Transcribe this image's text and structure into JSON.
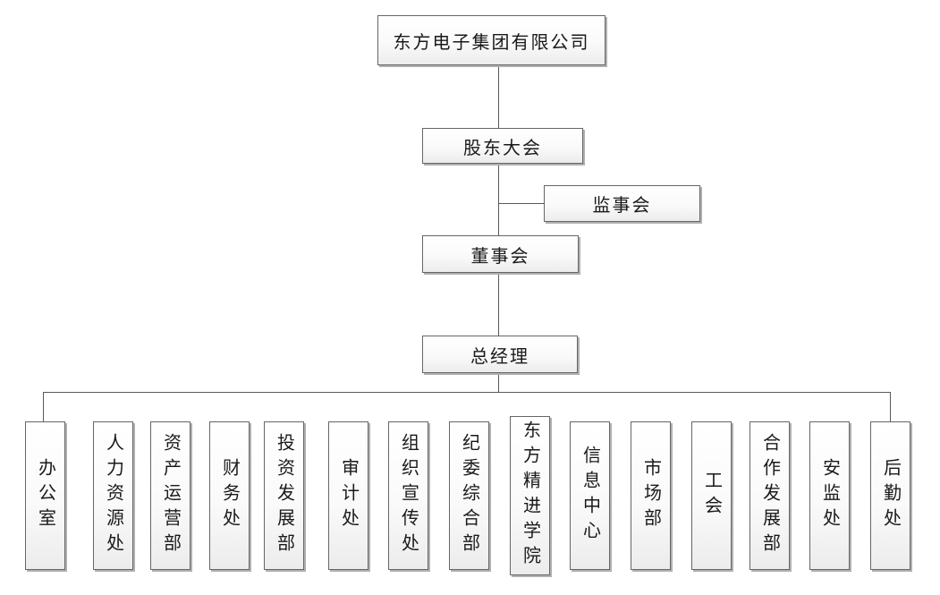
{
  "org": {
    "root": {
      "label": "东方电子集团有限公司"
    },
    "shareholders": {
      "label": "股东大会"
    },
    "supervisory": {
      "label": "监事会"
    },
    "board": {
      "label": "董事会"
    },
    "gm": {
      "label": "总经理"
    },
    "departments": [
      {
        "label": "办公室"
      },
      {
        "label": "人力资源处"
      },
      {
        "label": "资产运营部"
      },
      {
        "label": "财务处"
      },
      {
        "label": "投资发展部"
      },
      {
        "label": "审计处"
      },
      {
        "label": "组织宣传处"
      },
      {
        "label": "纪委综合部"
      },
      {
        "label": "东方精进学院"
      },
      {
        "label": "信息中心"
      },
      {
        "label": "市场部"
      },
      {
        "label": "工会"
      },
      {
        "label": "合作发展部"
      },
      {
        "label": "安监处"
      },
      {
        "label": "后勤处"
      }
    ]
  },
  "colors": {
    "background": "#ffffff",
    "box_border": "#666666",
    "box_fill_top": "#ffffff",
    "box_fill_bottom": "#ececec",
    "box_shadow": "#b0b0b0",
    "connector": "#595959",
    "text": "#1a1a1a"
  }
}
